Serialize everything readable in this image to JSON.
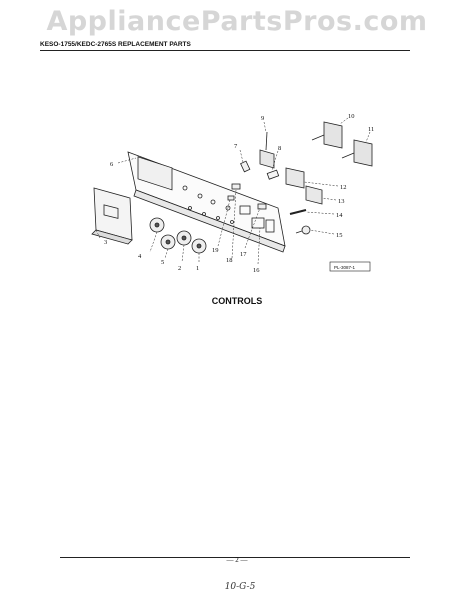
{
  "watermark": "AppliancePartsPros.com",
  "header": {
    "title": "KESO-1755/KEDC-2765S REPLACEMENT PARTS"
  },
  "diagram": {
    "reference_code": "PL-3087-1",
    "callouts": [
      "1",
      "2",
      "3",
      "4",
      "5",
      "6",
      "7",
      "8",
      "9",
      "10",
      "11",
      "12",
      "13",
      "14",
      "15",
      "16",
      "17",
      "18",
      "19"
    ]
  },
  "section_title": "CONTROLS",
  "page_number": "— 2 —",
  "handwritten_note": "10-G-5"
}
